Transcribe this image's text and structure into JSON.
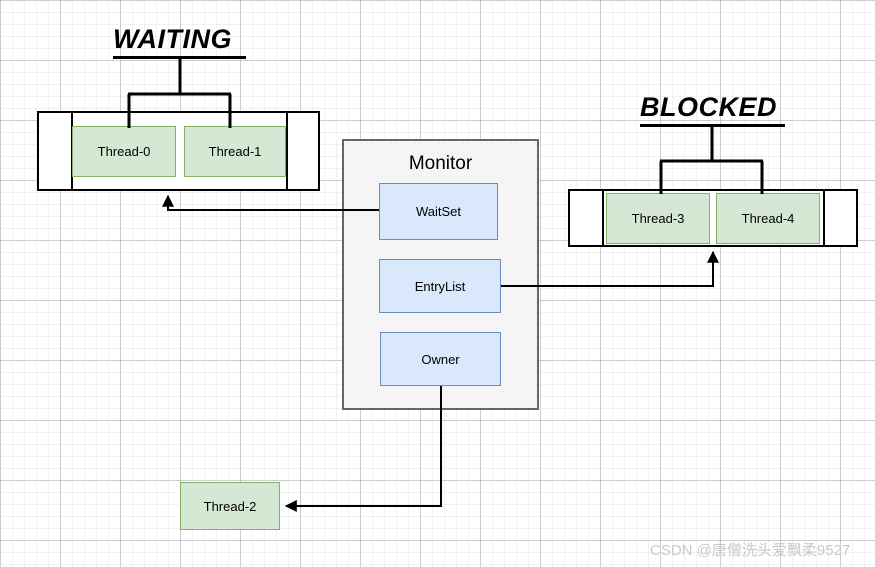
{
  "diagram": {
    "title_waiting": "WAITING",
    "title_blocked": "BLOCKED",
    "monitor_label": "Monitor",
    "slots": [
      {
        "label": "WaitSet"
      },
      {
        "label": "EntryList"
      },
      {
        "label": "Owner"
      }
    ],
    "waiting_threads": [
      {
        "label": "Thread-0"
      },
      {
        "label": "Thread-1"
      }
    ],
    "blocked_threads": [
      {
        "label": "Thread-3"
      },
      {
        "label": "Thread-4"
      }
    ],
    "owner_thread": {
      "label": "Thread-2"
    },
    "watermark": "CSDN @唐僧洗头爱飘柔9527",
    "colors": {
      "thread_fill": "#d5e8d4",
      "thread_stroke": "#82b366",
      "slot_fill": "#dae8fc",
      "slot_stroke": "#6c8ebf",
      "monitor_fill": "#f5f5f5",
      "monitor_stroke": "#666666",
      "line": "#000000",
      "watermark": "#c9c9cd"
    }
  }
}
